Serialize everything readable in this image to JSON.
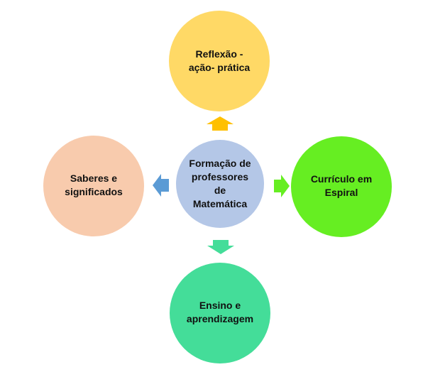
{
  "diagram": {
    "center": {
      "lines": [
        "Formação de",
        "professores",
        "de",
        "Matemática"
      ],
      "color": "#b4c7e7"
    },
    "top": {
      "lines": [
        "Reflexão -",
        "ação- prática"
      ],
      "color": "#ffd966",
      "arrow_color": "#ffc000"
    },
    "right": {
      "lines": [
        "Currículo em",
        "Espiral"
      ],
      "color": "#66ee22",
      "arrow_color": "#66ee22"
    },
    "bottom": {
      "lines": [
        "Ensino e",
        "aprendizagem"
      ],
      "color": "#44dd99",
      "arrow_color": "#44dd99"
    },
    "left": {
      "lines": [
        "Saberes e",
        "significados"
      ],
      "color": "#f8cbad",
      "arrow_color": "#5b9bd5"
    }
  }
}
